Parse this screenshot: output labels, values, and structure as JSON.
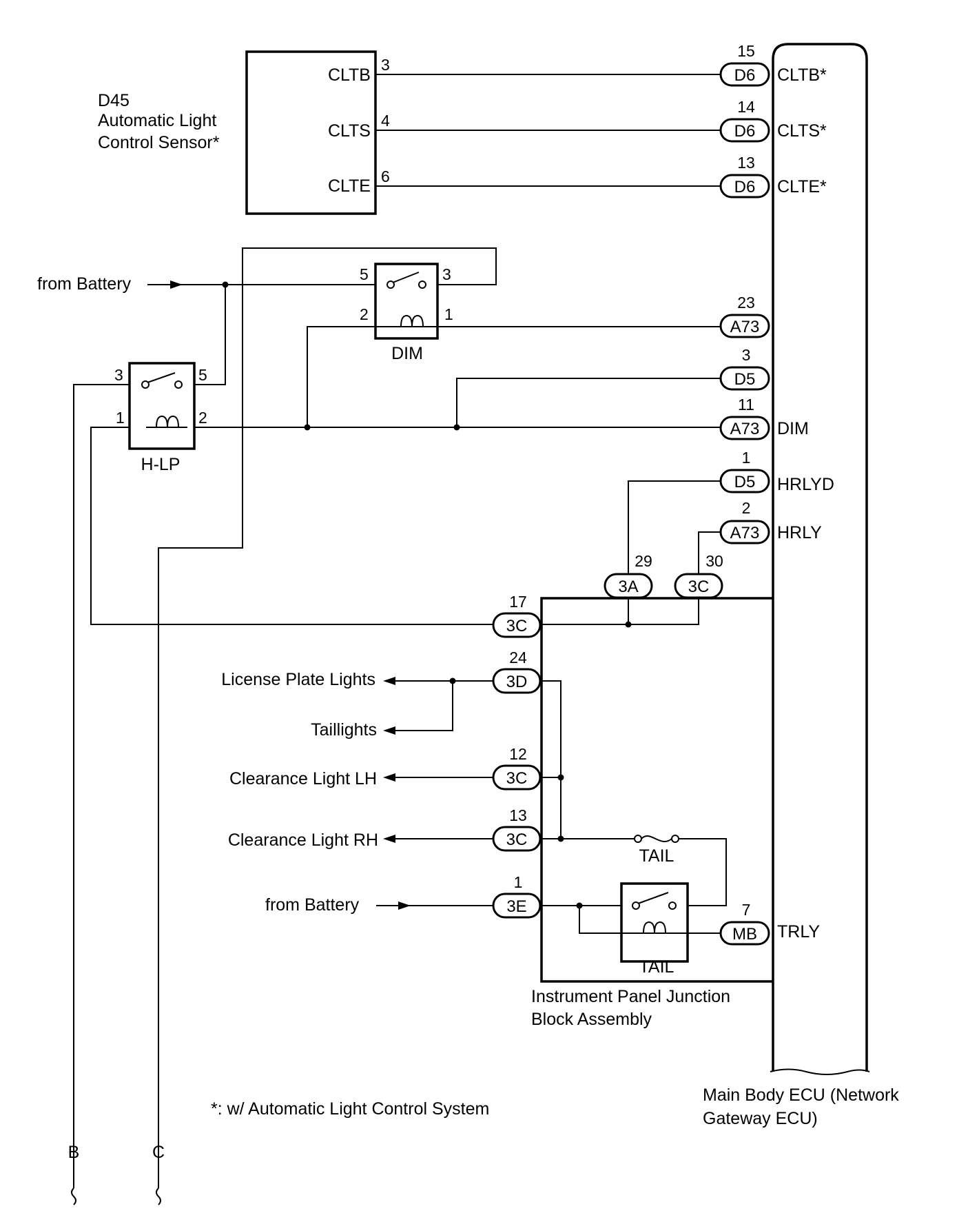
{
  "sensor": {
    "code": "D45",
    "name_line1": "Automatic Light",
    "name_line2": "Control Sensor*",
    "terminals": [
      "CLTB",
      "CLTS",
      "CLTE"
    ],
    "pins": [
      "3",
      "4",
      "6"
    ]
  },
  "ecu": {
    "name_line1": "Main Body ECU (Network",
    "name_line2": "Gateway ECU)",
    "connectors": [
      {
        "pin": "15",
        "code": "D6",
        "terminal": "CLTB*"
      },
      {
        "pin": "14",
        "code": "D6",
        "terminal": "CLTS*"
      },
      {
        "pin": "13",
        "code": "D6",
        "terminal": "CLTE*"
      },
      {
        "pin": "23",
        "code": "A73",
        "terminal": ""
      },
      {
        "pin": "3",
        "code": "D5",
        "terminal": ""
      },
      {
        "pin": "11",
        "code": "A73",
        "terminal": "DIM"
      },
      {
        "pin": "1",
        "code": "D5",
        "terminal": "HRLYD"
      },
      {
        "pin": "2",
        "code": "A73",
        "terminal": "HRLY"
      },
      {
        "pin": "7",
        "code": "MB",
        "terminal": "TRLY"
      }
    ]
  },
  "relays": {
    "dim": {
      "name": "DIM",
      "pins": [
        "5",
        "3",
        "2",
        "1"
      ]
    },
    "hlp": {
      "name": "H-LP",
      "pins": [
        "3",
        "5",
        "1",
        "2"
      ]
    },
    "tail": {
      "name": "TAIL"
    }
  },
  "fuse": {
    "name": "TAIL"
  },
  "junction_block": {
    "name_line1": "Instrument Panel Junction",
    "name_line2": "Block Assembly",
    "connectors": [
      {
        "pin": "29",
        "code": "3A"
      },
      {
        "pin": "30",
        "code": "3C"
      },
      {
        "pin": "17",
        "code": "3C"
      },
      {
        "pin": "24",
        "code": "3D"
      },
      {
        "pin": "12",
        "code": "3C"
      },
      {
        "pin": "13",
        "code": "3C"
      },
      {
        "pin": "1",
        "code": "3E"
      }
    ]
  },
  "labels": {
    "from_battery": "from Battery",
    "license_plate": "License Plate Lights",
    "taillights": "Taillights",
    "clearance_lh": "Clearance Light LH",
    "clearance_rh": "Clearance Light RH",
    "footnote": "*: w/ Automatic Light Control System",
    "continue_b": "B",
    "continue_c": "C"
  }
}
